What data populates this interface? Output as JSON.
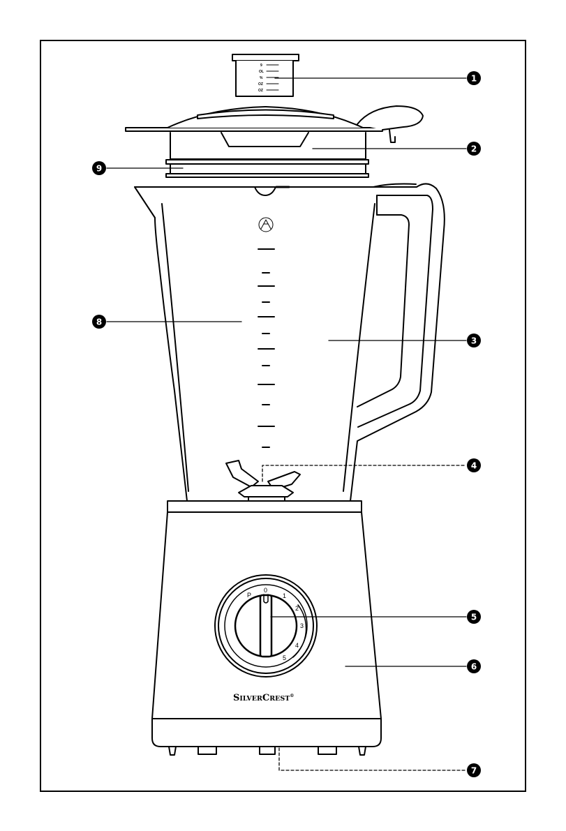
{
  "brand": {
    "name": "SilverCrest",
    "big1": "S",
    "small1": "ILVER",
    "big2": "C",
    "small2": "REST",
    "reg": "®"
  },
  "dial": {
    "labels": [
      "P",
      "0",
      "1",
      "2",
      "3",
      "4",
      "5"
    ]
  },
  "measuring_cup": {
    "marks": [
      "9",
      "OL",
      "%",
      "OZ",
      "OZ"
    ]
  },
  "callouts": [
    {
      "id": "1",
      "label": "1"
    },
    {
      "id": "2",
      "label": "2"
    },
    {
      "id": "3",
      "label": "3"
    },
    {
      "id": "4",
      "label": "4"
    },
    {
      "id": "5",
      "label": "5"
    },
    {
      "id": "6",
      "label": "6"
    },
    {
      "id": "7",
      "label": "7"
    },
    {
      "id": "8",
      "label": "8"
    },
    {
      "id": "9",
      "label": "9"
    }
  ]
}
